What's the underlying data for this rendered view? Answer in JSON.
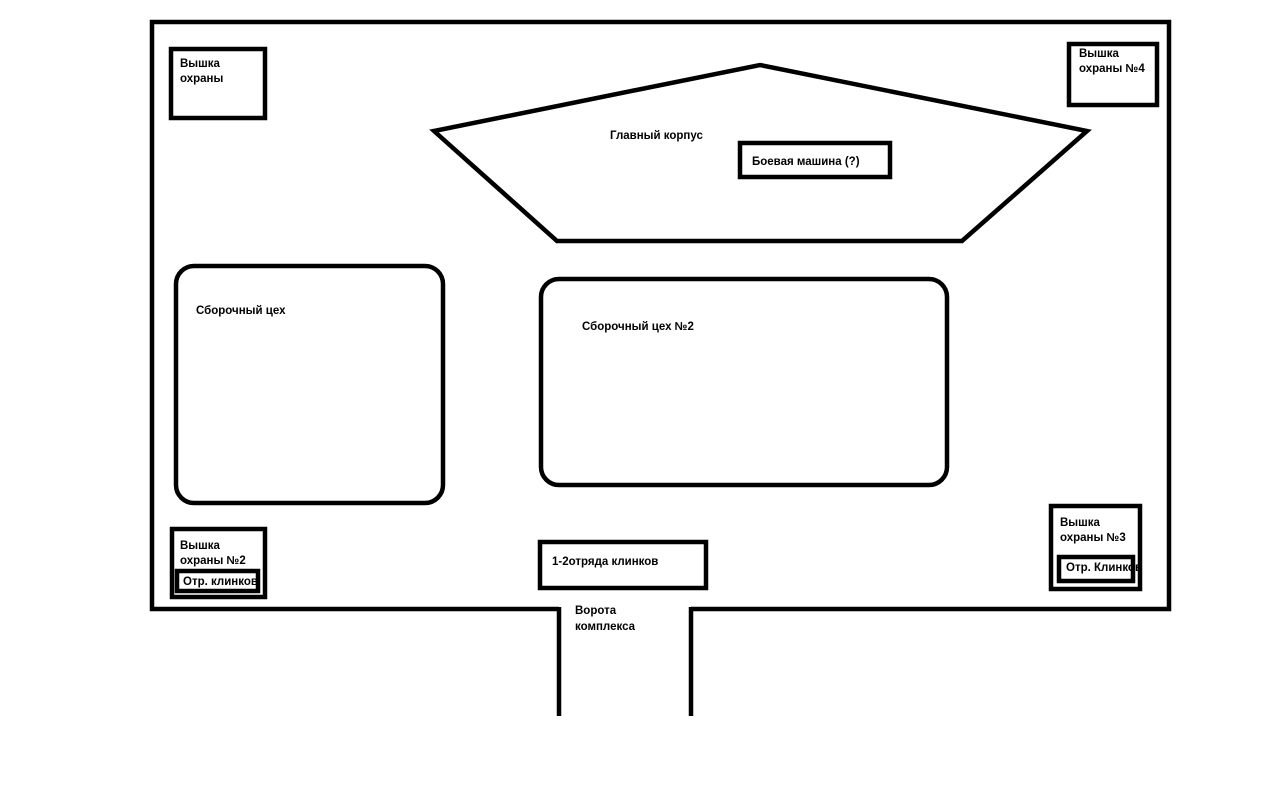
{
  "diagram": {
    "watchtower_1": {
      "line1": "Вышка",
      "line2": "охраны"
    },
    "watchtower_2": {
      "line1": "Вышка",
      "line2": "охраны №2",
      "squad": "Отр. клинков"
    },
    "watchtower_3": {
      "line1": "Вышка",
      "line2": "охраны №3",
      "squad": "Отр. Клинков"
    },
    "watchtower_4": {
      "line1": "Вышка",
      "line2": "охраны №4"
    },
    "main_building": {
      "label": "Главный корпус",
      "combat_vehicle": "Боевая машина (?)"
    },
    "assembly_shop_1": {
      "label": "Сборочный цех"
    },
    "assembly_shop_2": {
      "label": "Сборочный цех №2"
    },
    "gate_squads": {
      "label": "1-2отряда клинков"
    },
    "gate": {
      "line1": "Ворота",
      "line2": "комплекса"
    }
  }
}
